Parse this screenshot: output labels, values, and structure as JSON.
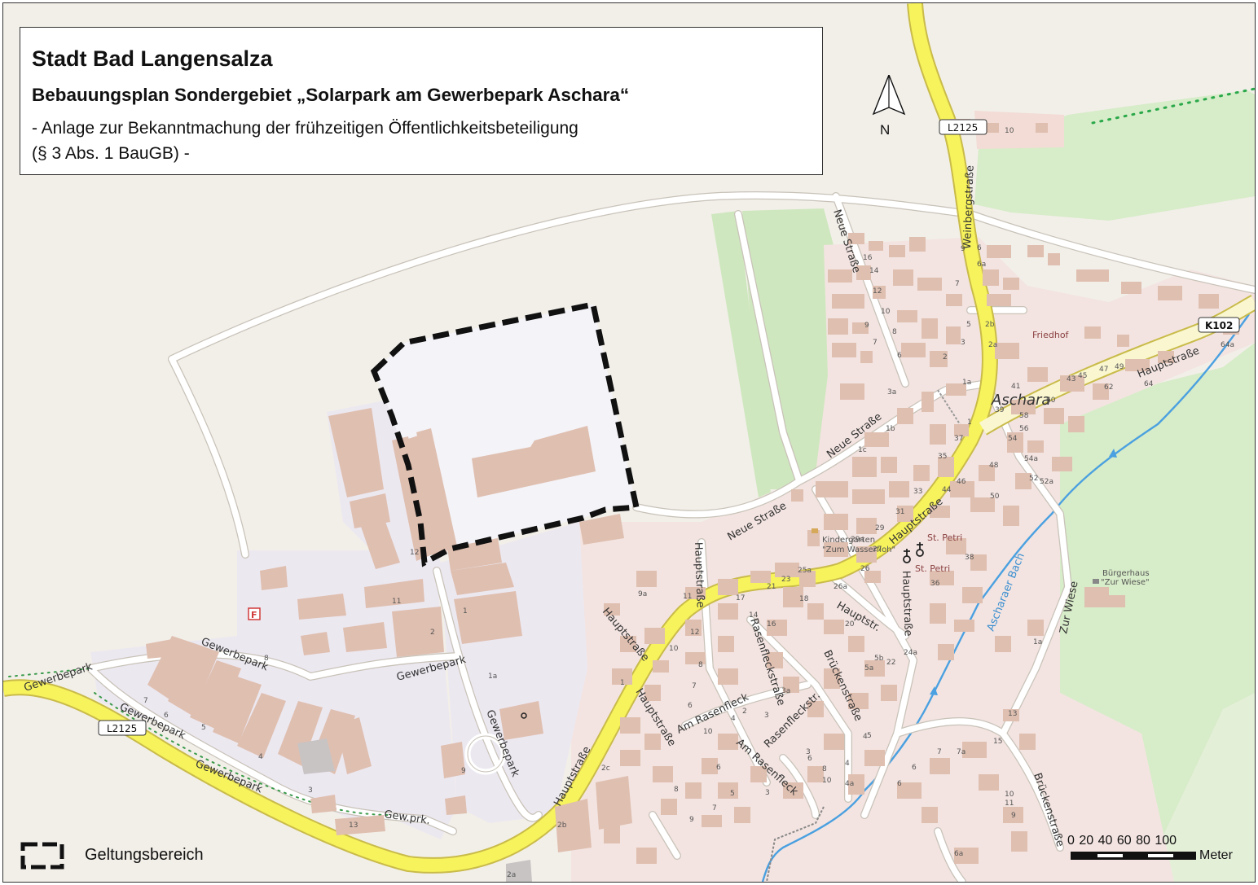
{
  "title": {
    "line1": "Stadt Bad Langensalza",
    "line2": "Bebauungsplan Sondergebiet „Solarpark am Gewerbepark Aschara“",
    "line3": "- Anlage zur Bekanntmachung der frühzeitigen Öffentlichkeitsbeteiligung",
    "line4": "(§ 3 Abs. 1 BauGB) -"
  },
  "north_label": "N",
  "legend": {
    "label": "Geltungsbereich",
    "icon": "dashed-boundary-icon"
  },
  "scale": {
    "ticks": "0  20  40  60  80 100",
    "unit": "Meter"
  },
  "colors": {
    "background": "#f2efe9",
    "main_road": "#f7f35c",
    "road_casing": "#c9bb4a",
    "building": "#dfbfb0",
    "forest": "#cfe7bf",
    "industrial": "#ece8f0",
    "water": "#4aa0e0",
    "boundary": "#111111"
  },
  "map": {
    "place": "Aschara",
    "shields": {
      "l2125_a": "L2125",
      "l2125_b": "L2125",
      "k102": "K102"
    },
    "streets": {
      "weinbergstrasse": "Weinbergstraße",
      "neue1": "Neue Straße",
      "neue2": "Neue Straße",
      "neue3": "Neue Straße",
      "haupt_main": "Hauptstraße",
      "haupt_ne": "Hauptstraße",
      "haupt_sw": "Hauptstraße",
      "haupt_v": "Hauptstraße",
      "haupt_v2": "Hauptstraße",
      "haupt_a": "Hauptstraße",
      "haupt_b": "Hauptstraße",
      "haupt_short": "Hauptstr.",
      "rasenfleckstrasse": "Rasenfleckstraße",
      "rasenfleckstr": "Rasenfleckstr.",
      "am_rasenfleck1": "Am Rasenfleck",
      "am_rasenfleck2": "Am Rasenfleck",
      "brueckenstrasse1": "Brückenstraße",
      "brueckenstrasse2": "Brückenstraße",
      "zur_wiese": "Zur Wiese",
      "gewerbepark1": "Gewerbepark",
      "gewerbepark2": "Gewerbepark",
      "gewerbepark3": "Gewerbepark",
      "gewerbepark4": "Gewerbepark",
      "gewerbepark5": "Gewerbepark",
      "gewerbepark6": "Gewerbepark",
      "gew_prk": "Gew.prk."
    },
    "water_label": "Ascharaer Bach",
    "pois": {
      "friedhof": "Friedhof",
      "st_petri1": "St. Petri",
      "st_petri2": "St. Petri",
      "kiga1": "Kindergarten",
      "kiga2": "\"Zum Wasserfloh\"",
      "buerger1": "Bürgerhaus",
      "buerger2": "\"Zur Wiese\""
    },
    "fire_station": "F",
    "house_numbers": {
      "n1": "10",
      "n2": "16",
      "n3": "14",
      "n4": "12",
      "n5": "10",
      "n6": "9",
      "n7": "8",
      "n8": "7",
      "n9": "6",
      "n10": "3a",
      "n11": "1b",
      "n12": "1c",
      "n13": "9",
      "n14": "6",
      "n15": "6a",
      "n16": "7",
      "n17": "5",
      "n18": "2b",
      "n19": "2a",
      "n20": "3",
      "n21": "2",
      "n22": "1a",
      "n23": "1",
      "n24": "39",
      "n25": "37",
      "n26": "35",
      "n27": "41",
      "n28": "43",
      "n29": "45",
      "n30": "47",
      "n31": "49",
      "n32": "60",
      "n33": "62",
      "n34": "64",
      "n35": "64a",
      "n36": "58",
      "n37": "56",
      "n38": "54",
      "n39": "54a",
      "n40": "52",
      "n41": "52a",
      "n42": "48",
      "n43": "46",
      "n44": "50",
      "n45": "44",
      "n46": "33",
      "n47": "31",
      "n48": "29",
      "n49": "29a",
      "n50": "27",
      "n51": "26",
      "n52": "25a",
      "n53": "26a",
      "n54": "23",
      "n55": "21",
      "n56": "18",
      "n57": "17",
      "n58": "11",
      "n59": "9a",
      "n60": "14",
      "n61": "16",
      "n62": "12",
      "n63": "10",
      "n64": "20",
      "n65": "24a",
      "n66": "22",
      "n67": "5b",
      "n68": "5a",
      "n69": "36",
      "n70": "38",
      "n71": "3a",
      "n72": "3",
      "n73": "2",
      "n74": "1",
      "n75": "1a",
      "n76": "4",
      "n77": "6",
      "n78": "7",
      "n79": "8",
      "n80": "10",
      "n81": "12",
      "n82": "11",
      "n83": "2",
      "n84": "1",
      "n85": "8",
      "n86": "7",
      "n87": "6",
      "n88": "5",
      "n89": "4",
      "n90": "3",
      "n91": "9",
      "n92": "13",
      "n93": "2c",
      "n94": "2b",
      "n95": "2a",
      "n96": "1a",
      "n97": "7",
      "n98": "6",
      "n99": "5",
      "n100": "4",
      "n101": "3",
      "n102": "13",
      "n103": "7a",
      "n104": "15",
      "n105": "10",
      "n106": "11",
      "n107": "9",
      "n108": "6a",
      "n109": "8",
      "n110": "5",
      "n111": "4a",
      "n112": "4",
      "n113": "6",
      "n114": "9",
      "n115": "7",
      "n116": "10",
      "n117": "8",
      "n118": "6",
      "n119": "6",
      "n120": "3"
    }
  }
}
